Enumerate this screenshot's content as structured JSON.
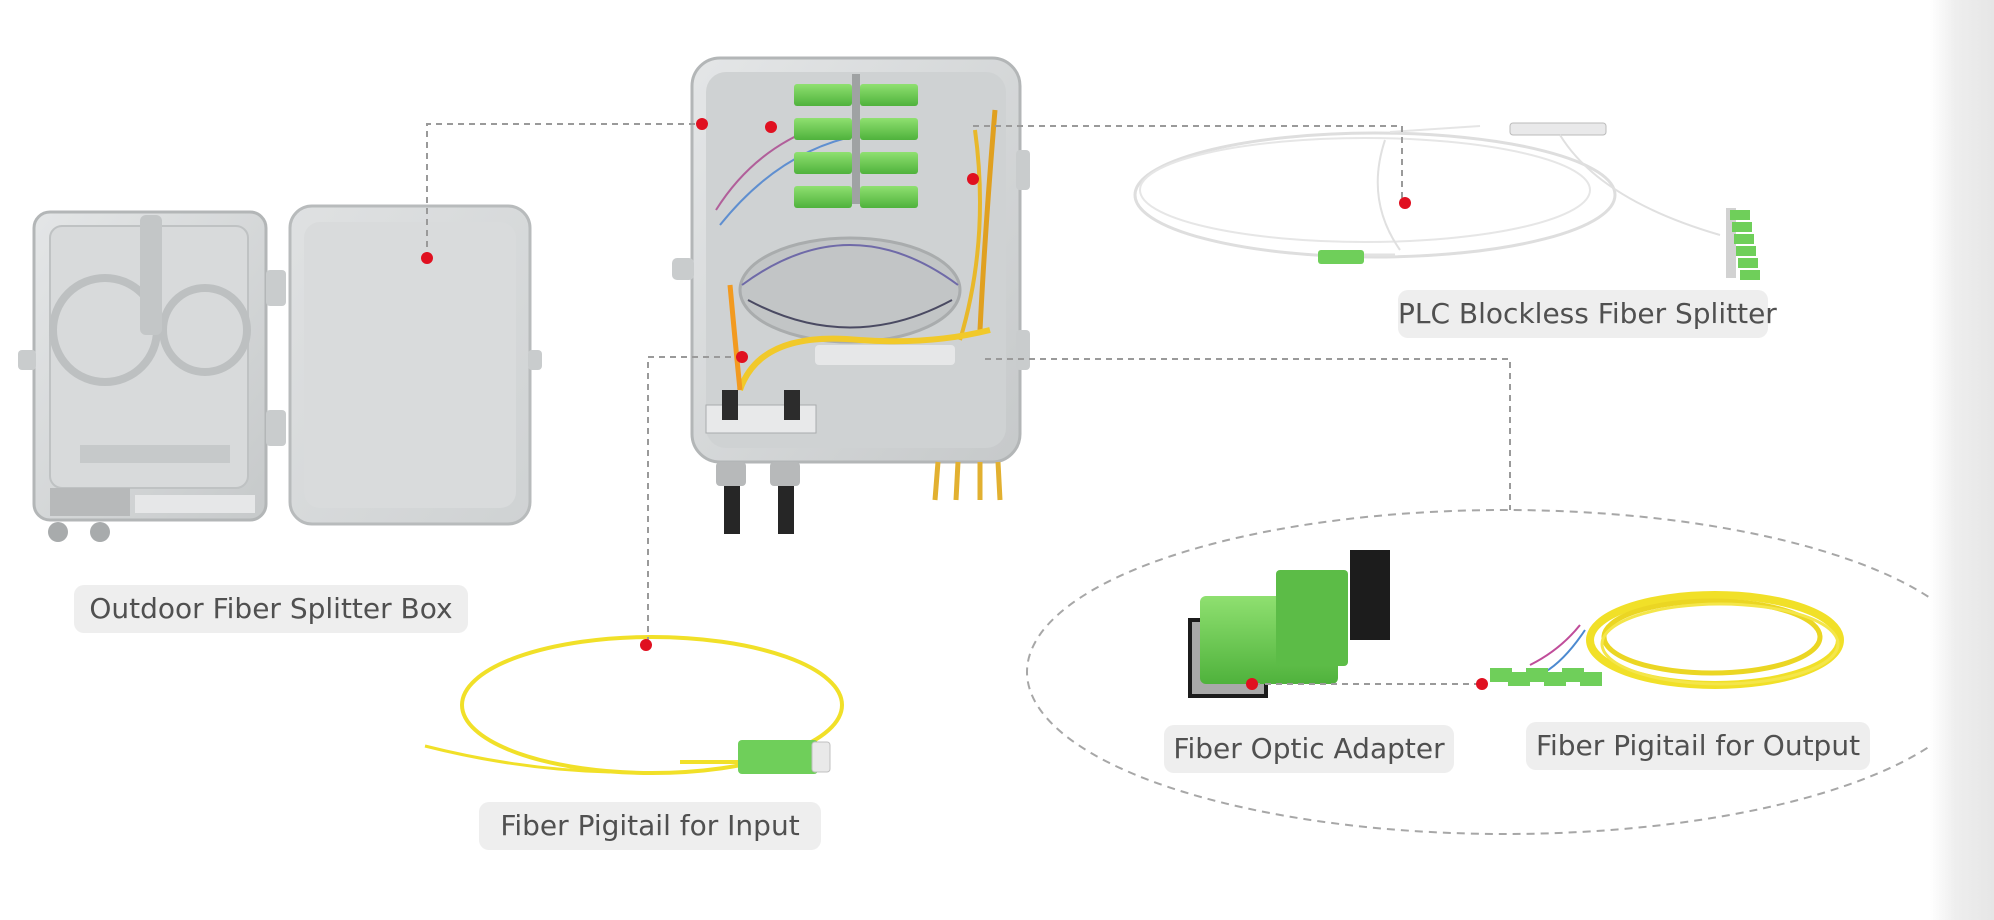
{
  "labels": {
    "outdoor_box": "Outdoor Fiber Splitter Box",
    "plc_splitter": "PLC Blockless Fiber Splitter",
    "pigtail_input": "Fiber Pigitail for Input",
    "adapter": "Fiber Optic Adapter",
    "pigtail_output": "Fiber Pigitail for Output"
  },
  "colors": {
    "connector_green": "#6fcf5a",
    "fiber_yellow": "#f1e028",
    "marker_red": "#e01020",
    "leader_gray": "#9a9a9a",
    "box_gray": "#d4d6d7"
  }
}
